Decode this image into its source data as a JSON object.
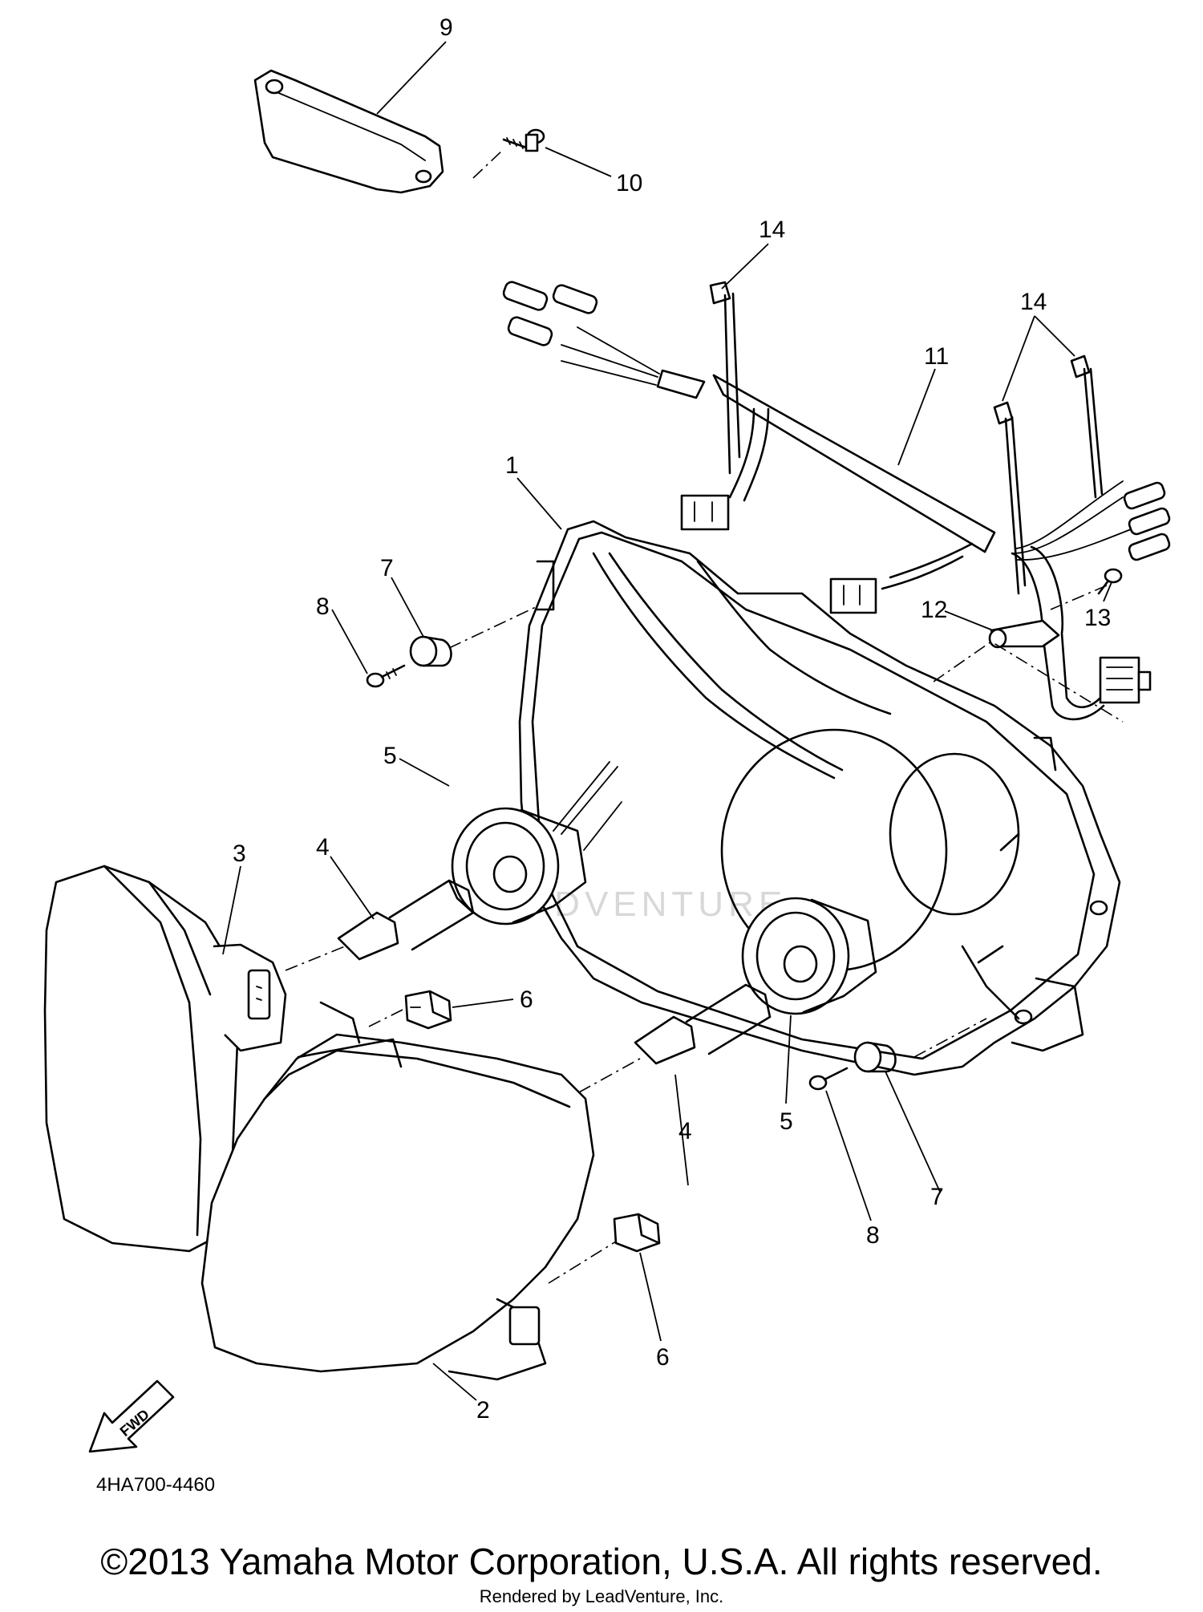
{
  "diagram": {
    "callouts": [
      "1",
      "2",
      "3",
      "4",
      "4",
      "5",
      "5",
      "6",
      "6",
      "7",
      "7",
      "8",
      "8",
      "9",
      "10",
      "11",
      "12",
      "13",
      "14",
      "14"
    ],
    "fwd_label": "FWD",
    "code": "4HA700-4460",
    "watermark_text": "LEADVENTURE"
  },
  "footer": {
    "copyright": "©2013 Yamaha Motor Corporation, U.S.A. All rights reserved.",
    "rendered_by": "Rendered by LeadVenture, Inc."
  }
}
